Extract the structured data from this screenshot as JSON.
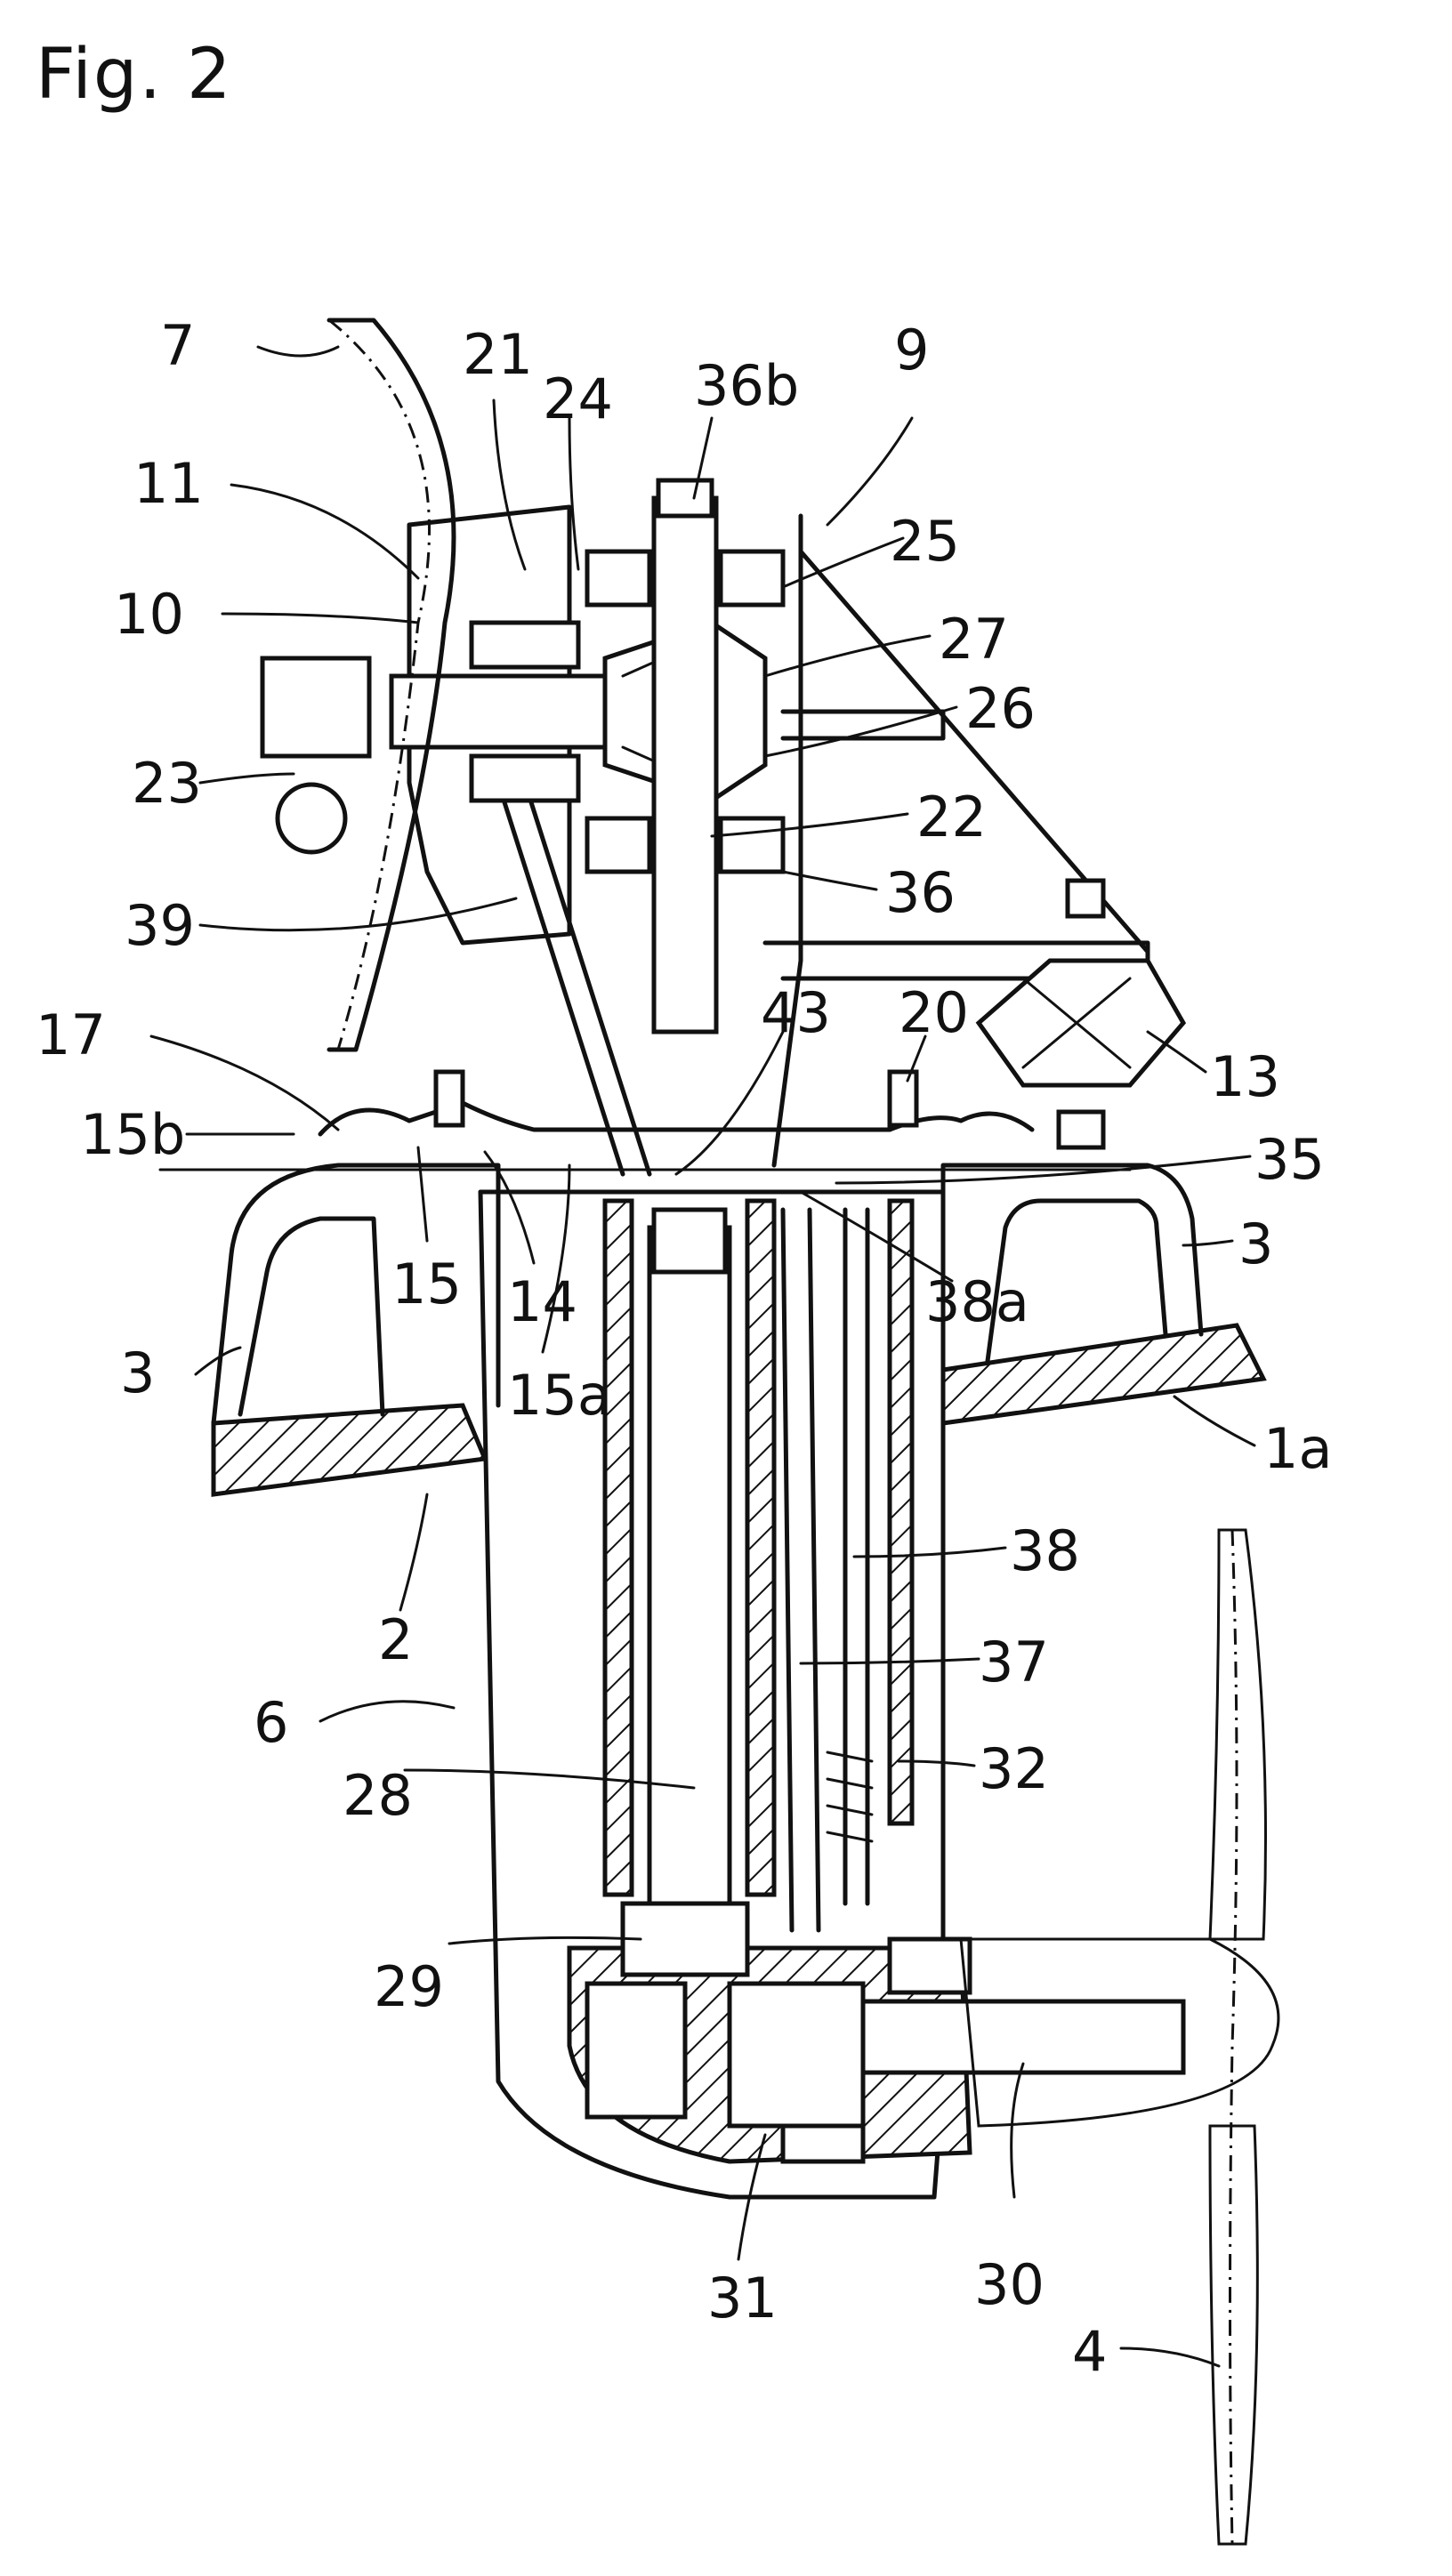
{
  "figure": {
    "title": "Fig. 2"
  },
  "labels": [
    {
      "id": "ref-7",
      "text": "7"
    },
    {
      "id": "ref-21",
      "text": "21"
    },
    {
      "id": "ref-24",
      "text": "24"
    },
    {
      "id": "ref-36b",
      "text": "36b"
    },
    {
      "id": "ref-9",
      "text": "9"
    },
    {
      "id": "ref-11",
      "text": "11"
    },
    {
      "id": "ref-25",
      "text": "25"
    },
    {
      "id": "ref-10",
      "text": "10"
    },
    {
      "id": "ref-27",
      "text": "27"
    },
    {
      "id": "ref-26",
      "text": "26"
    },
    {
      "id": "ref-23",
      "text": "23"
    },
    {
      "id": "ref-22",
      "text": "22"
    },
    {
      "id": "ref-36",
      "text": "36"
    },
    {
      "id": "ref-39",
      "text": "39"
    },
    {
      "id": "ref-43",
      "text": "43"
    },
    {
      "id": "ref-20",
      "text": "20"
    },
    {
      "id": "ref-17",
      "text": "17"
    },
    {
      "id": "ref-13",
      "text": "13"
    },
    {
      "id": "ref-15b",
      "text": "15b"
    },
    {
      "id": "ref-35",
      "text": "35"
    },
    {
      "id": "ref-3-right",
      "text": "3"
    },
    {
      "id": "ref-15",
      "text": "15"
    },
    {
      "id": "ref-14",
      "text": "14"
    },
    {
      "id": "ref-38a",
      "text": "38a"
    },
    {
      "id": "ref-3-left",
      "text": "3"
    },
    {
      "id": "ref-15a",
      "text": "15a"
    },
    {
      "id": "ref-1a",
      "text": "1a"
    },
    {
      "id": "ref-38",
      "text": "38"
    },
    {
      "id": "ref-2",
      "text": "2"
    },
    {
      "id": "ref-37",
      "text": "37"
    },
    {
      "id": "ref-6",
      "text": "6"
    },
    {
      "id": "ref-32",
      "text": "32"
    },
    {
      "id": "ref-28",
      "text": "28"
    },
    {
      "id": "ref-29",
      "text": "29"
    },
    {
      "id": "ref-31",
      "text": "31"
    },
    {
      "id": "ref-30",
      "text": "30"
    },
    {
      "id": "ref-4",
      "text": "4"
    }
  ]
}
